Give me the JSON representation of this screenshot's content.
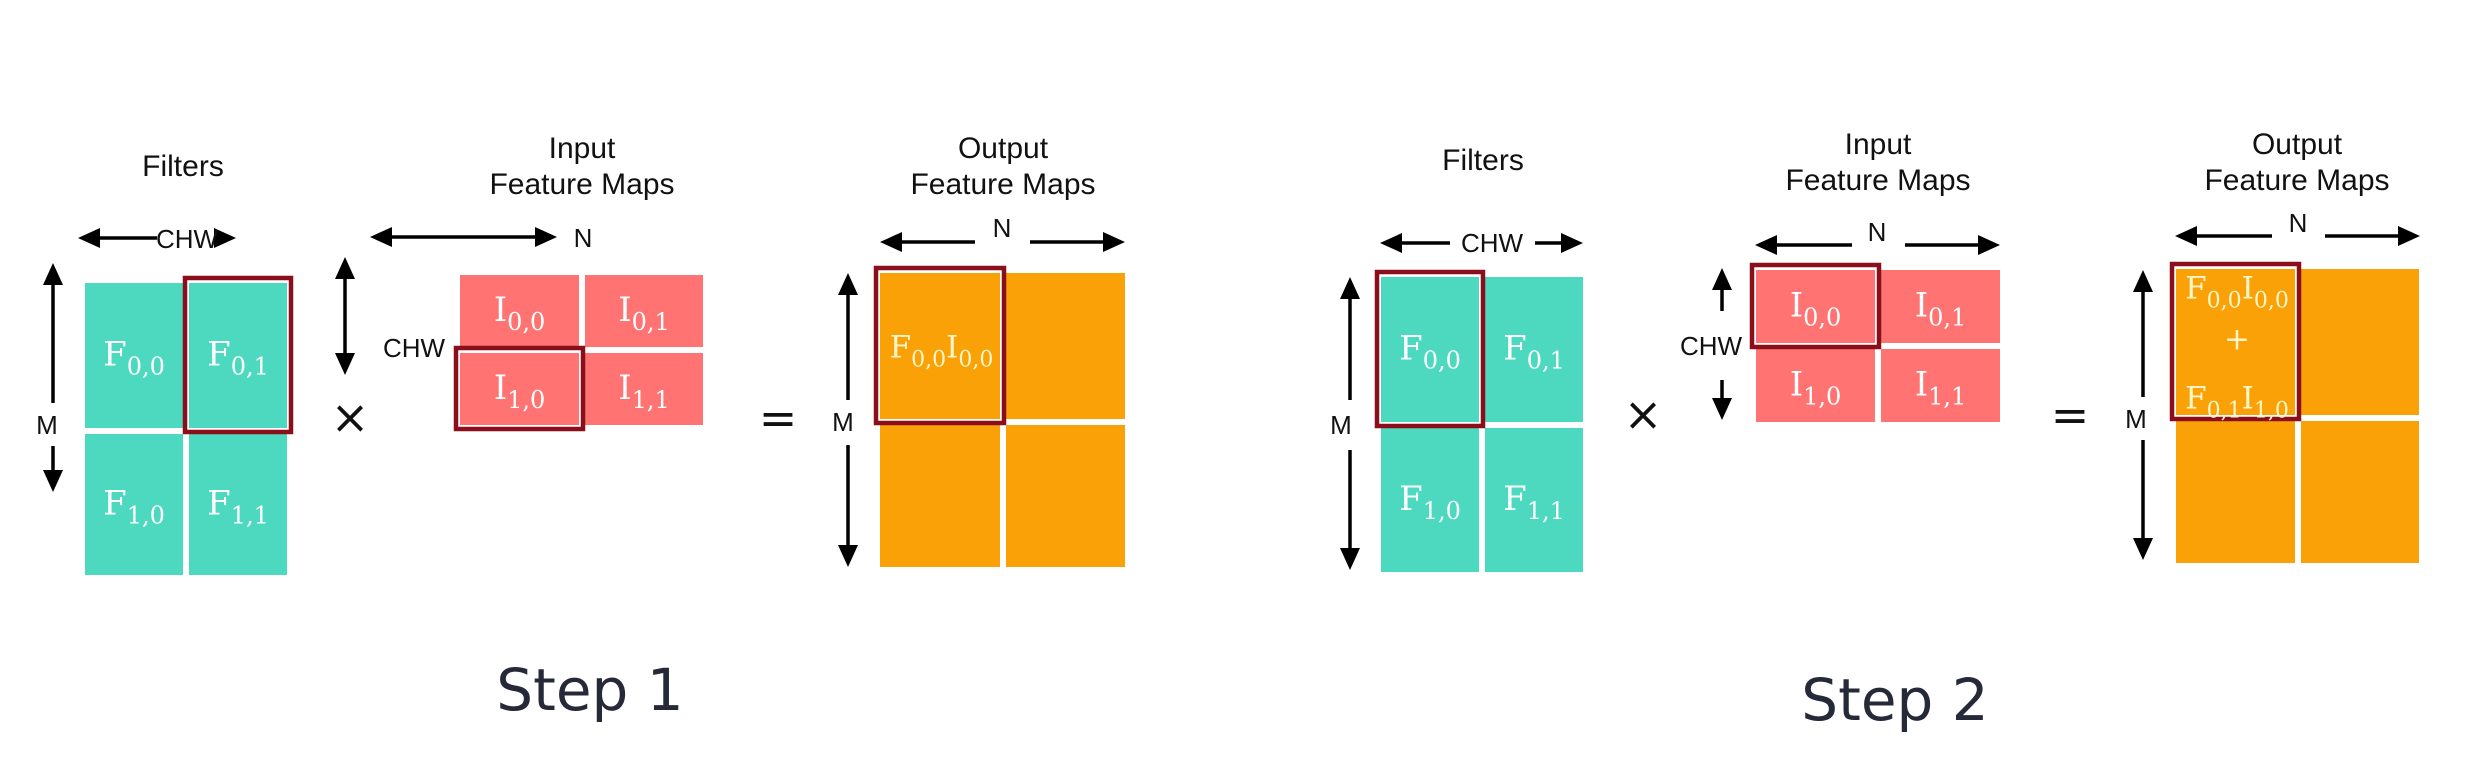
{
  "colors": {
    "filter": "#4dd9bf",
    "input": "#ff7373",
    "output": "#f9a107",
    "highlight": "#8b0f1a",
    "cell_gap": "#ffffff"
  },
  "operators": {
    "multiply": "×",
    "equals": "="
  },
  "axis_labels": {
    "chw": "CHW",
    "n": "N",
    "m": "M"
  },
  "steps": [
    {
      "label": "Step 1",
      "filters": {
        "title": "Filters",
        "cells": [
          [
            {
              "base": "F",
              "sub": "0,0"
            },
            {
              "base": "F",
              "sub": "0,1"
            }
          ],
          [
            {
              "base": "F",
              "sub": "1,0"
            },
            {
              "base": "F",
              "sub": "1,1"
            }
          ]
        ],
        "highlight": [
          0,
          1
        ]
      },
      "input": {
        "title_line1": "Input",
        "title_line2": "Feature Maps",
        "cells": [
          [
            {
              "base": "I",
              "sub": "0,0"
            },
            {
              "base": "I",
              "sub": "0,1"
            }
          ],
          [
            {
              "base": "I",
              "sub": "1,0"
            },
            {
              "base": "I",
              "sub": "1,1"
            }
          ]
        ],
        "highlight": [
          1,
          0
        ]
      },
      "output": {
        "title_line1": "Output",
        "title_line2": "Feature Maps",
        "highlight": [
          0,
          0
        ],
        "terms": [
          [
            {
              "base": "F",
              "sub": "0,0"
            },
            {
              "base": "I",
              "sub": "0,0"
            }
          ]
        ],
        "plus": "+"
      }
    },
    {
      "label": "Step 2",
      "filters": {
        "title": "Filters",
        "cells": [
          [
            {
              "base": "F",
              "sub": "0,0"
            },
            {
              "base": "F",
              "sub": "0,1"
            }
          ],
          [
            {
              "base": "F",
              "sub": "1,0"
            },
            {
              "base": "F",
              "sub": "1,1"
            }
          ]
        ],
        "highlight": [
          0,
          0
        ]
      },
      "input": {
        "title_line1": "Input",
        "title_line2": "Feature Maps",
        "cells": [
          [
            {
              "base": "I",
              "sub": "0,0"
            },
            {
              "base": "I",
              "sub": "0,1"
            }
          ],
          [
            {
              "base": "I",
              "sub": "1,0"
            },
            {
              "base": "I",
              "sub": "1,1"
            }
          ]
        ],
        "highlight": [
          0,
          0
        ]
      },
      "output": {
        "title_line1": "Output",
        "title_line2": "Feature Maps",
        "highlight": [
          0,
          0
        ],
        "terms": [
          [
            {
              "base": "F",
              "sub": "0,0"
            },
            {
              "base": "I",
              "sub": "0,0"
            }
          ],
          [
            {
              "base": "F",
              "sub": "0,1"
            },
            {
              "base": "I",
              "sub": "1,0"
            }
          ]
        ],
        "plus": "+"
      }
    }
  ]
}
